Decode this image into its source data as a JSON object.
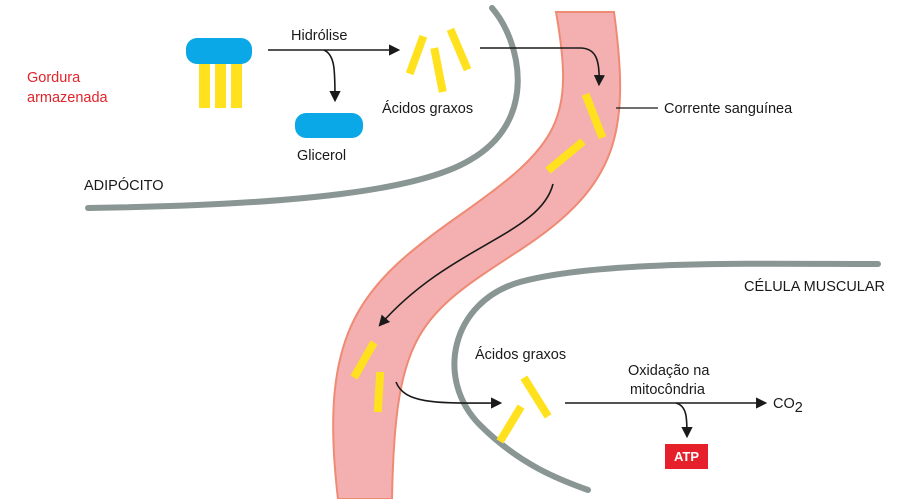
{
  "labels": {
    "stored_fat_line1": "Gordura",
    "stored_fat_line2": "armazenada",
    "hydrolysis": "Hidrólise",
    "fatty_acids_top": "Ácidos graxos",
    "glycerol": "Glicerol",
    "bloodstream": "Corrente sanguínea",
    "adipocyte": "ADIPÓCITO",
    "muscle_cell": "CÉLULA MUSCULAR",
    "fatty_acids_bottom": "Ácidos graxos",
    "oxidation_line1": "Oxidação na",
    "oxidation_line2": "mitocôndria",
    "co2_main": "CO",
    "co2_sub": "2",
    "atp": "ATP"
  },
  "colors": {
    "glycerol_blue": "#0aa8e6",
    "fatty_acid_yellow": "#ffe11e",
    "blood_fill": "#f4b0b0",
    "blood_edge": "#ef8a74",
    "membrane_gray": "#8a9694",
    "atp_red": "#e5202a",
    "label_red": "#e0242b"
  }
}
